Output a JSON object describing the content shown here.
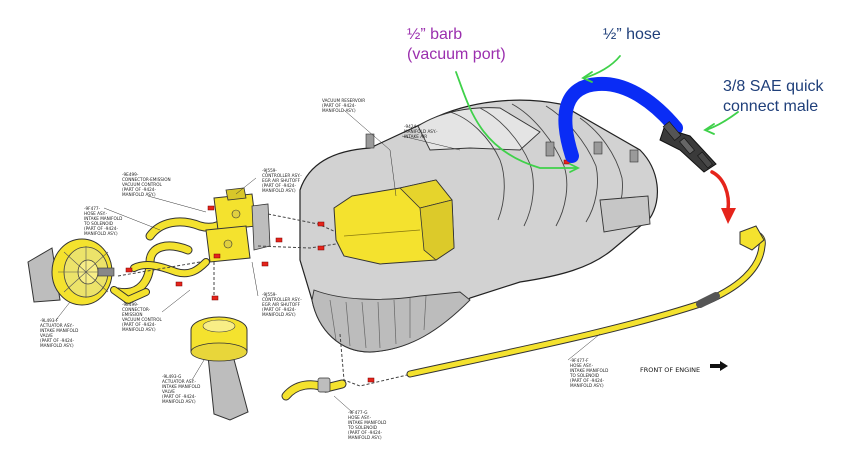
{
  "colors": {
    "purple": "#9b2fae",
    "blue_text": "#1f3f7a",
    "green_arrow": "#3fd14a",
    "blue_hose": "#0a2cf5",
    "red_line": "#e5241b",
    "yellow_part": "#f4e22e",
    "gray_part": "#c8c8c8",
    "dark_line": "#222222"
  },
  "annotations": {
    "barb": {
      "line1": "½” barb",
      "line2": "(vacuum port)"
    },
    "hose": {
      "line1": "½” hose"
    },
    "quick_connect": {
      "line1": "3/8 SAE quick",
      "line2": "connect male"
    }
  },
  "diagram_labels": {
    "vacuum_reservoir": [
      "VACUUM RESERVOIR",
      "(PART OF -9424-",
      "MANIFOLD ASY.)"
    ],
    "manifold_asy": [
      "-9424-",
      "MANIFOLD ASY.-",
      "INTAKE AIR"
    ],
    "controller_top": [
      "-9J559-",
      "CONTROLLER ASY.-",
      "EGR AIR SHUTOFF",
      "(PART OF -9424-",
      "MANIFOLD ASY.)"
    ],
    "connector_top": [
      "-9E499-",
      "CONNECTOR-EMISSION",
      "VACUUM CONTROL",
      "(PART OF -9424-",
      "MANIFOLD ASY.)"
    ],
    "hose_left": [
      "-9F477-",
      "HOSE ASY.-",
      "INTAKE MANIFOLD",
      "TO SOLENOID",
      "(PART OF -9424-",
      "MANIFOLD ASY.)"
    ],
    "connector_bottom": [
      "-9E499-",
      "CONNECTOR-",
      "EMISSION",
      "VACUUM CONTROL",
      "(PART OF -9424-",
      "MANIFOLD ASY.)"
    ],
    "controller_bottom": [
      "-9J559-",
      "CONTROLLER ASY.-",
      "EGR AIR SHUTOFF",
      "(PART OF -9424-",
      "MANIFOLD ASY.)"
    ],
    "actuator_left": [
      "-9L493-F",
      "ACTUATOR ASY.-",
      "INTAKE MANIFOLD",
      "VALVE",
      "(PART OF -9424-",
      "MANIFOLD ASY.)"
    ],
    "actuator_bottom": [
      "-9L493-G",
      "ACTUATOR ASY.-",
      "INTAKE MANIFOLD",
      "VALVE",
      "(PART OF -9424-",
      "MANIFOLD ASY.)"
    ],
    "hose_bottom": [
      "-9F477-G",
      "HOSE ASY.-",
      "INTAKE MANIFOLD",
      "TO SOLENOID",
      "(PART OF -9424-",
      "MANIFOLD ASY.)"
    ],
    "hose_right": [
      "-9F477-F",
      "HOSE ASY.-",
      "INTAKE MANIFOLD",
      "TO SOLENOID",
      "(PART OF -9424-",
      "MANIFOLD ASY.)"
    ],
    "front_of_engine": "FRONT OF ENGINE"
  }
}
